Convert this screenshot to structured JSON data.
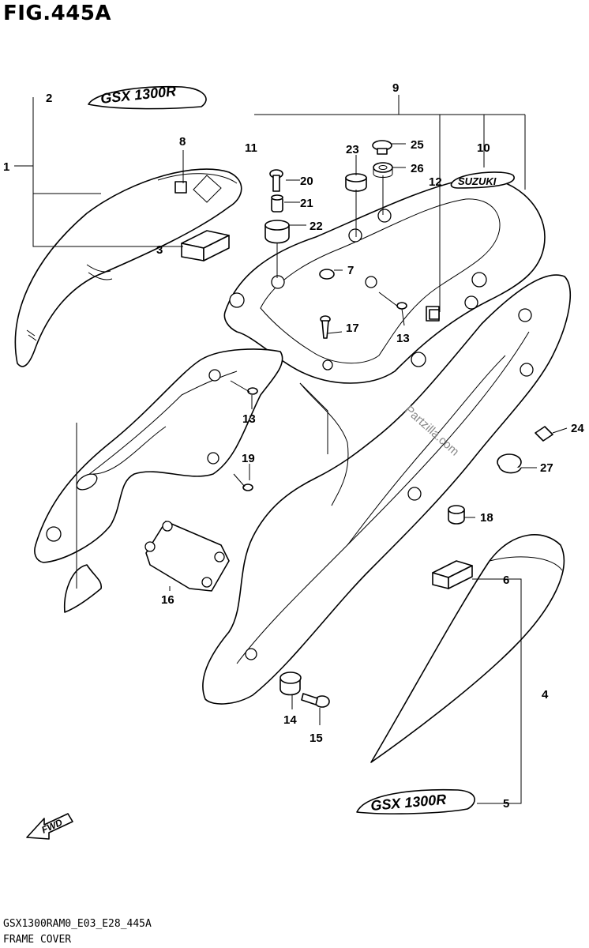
{
  "figure": {
    "title": "FIG.445A",
    "code": "GSX1300RAM0_E03_E28_445A",
    "name": "FRAME COVER",
    "watermark": "Partzilla.com",
    "fwd_label": "FWD",
    "logo_top": "GSX 1300R",
    "logo_bottom": "GSX 1300R",
    "suzuki_emblem": "SUZUKI"
  },
  "callouts": {
    "c1": "1",
    "c2": "2",
    "c3": "3",
    "c4": "4",
    "c5": "5",
    "c6": "6",
    "c7": "7",
    "c8": "8",
    "c9": "9",
    "c10": "10",
    "c11": "11",
    "c12": "12",
    "c13a": "13",
    "c13b": "13",
    "c14": "14",
    "c15": "15",
    "c16": "16",
    "c17": "17",
    "c18": "18",
    "c19": "19",
    "c20": "20",
    "c21": "21",
    "c22": "22",
    "c23": "23",
    "c24": "24",
    "c25": "25",
    "c26": "26",
    "c27": "27"
  }
}
